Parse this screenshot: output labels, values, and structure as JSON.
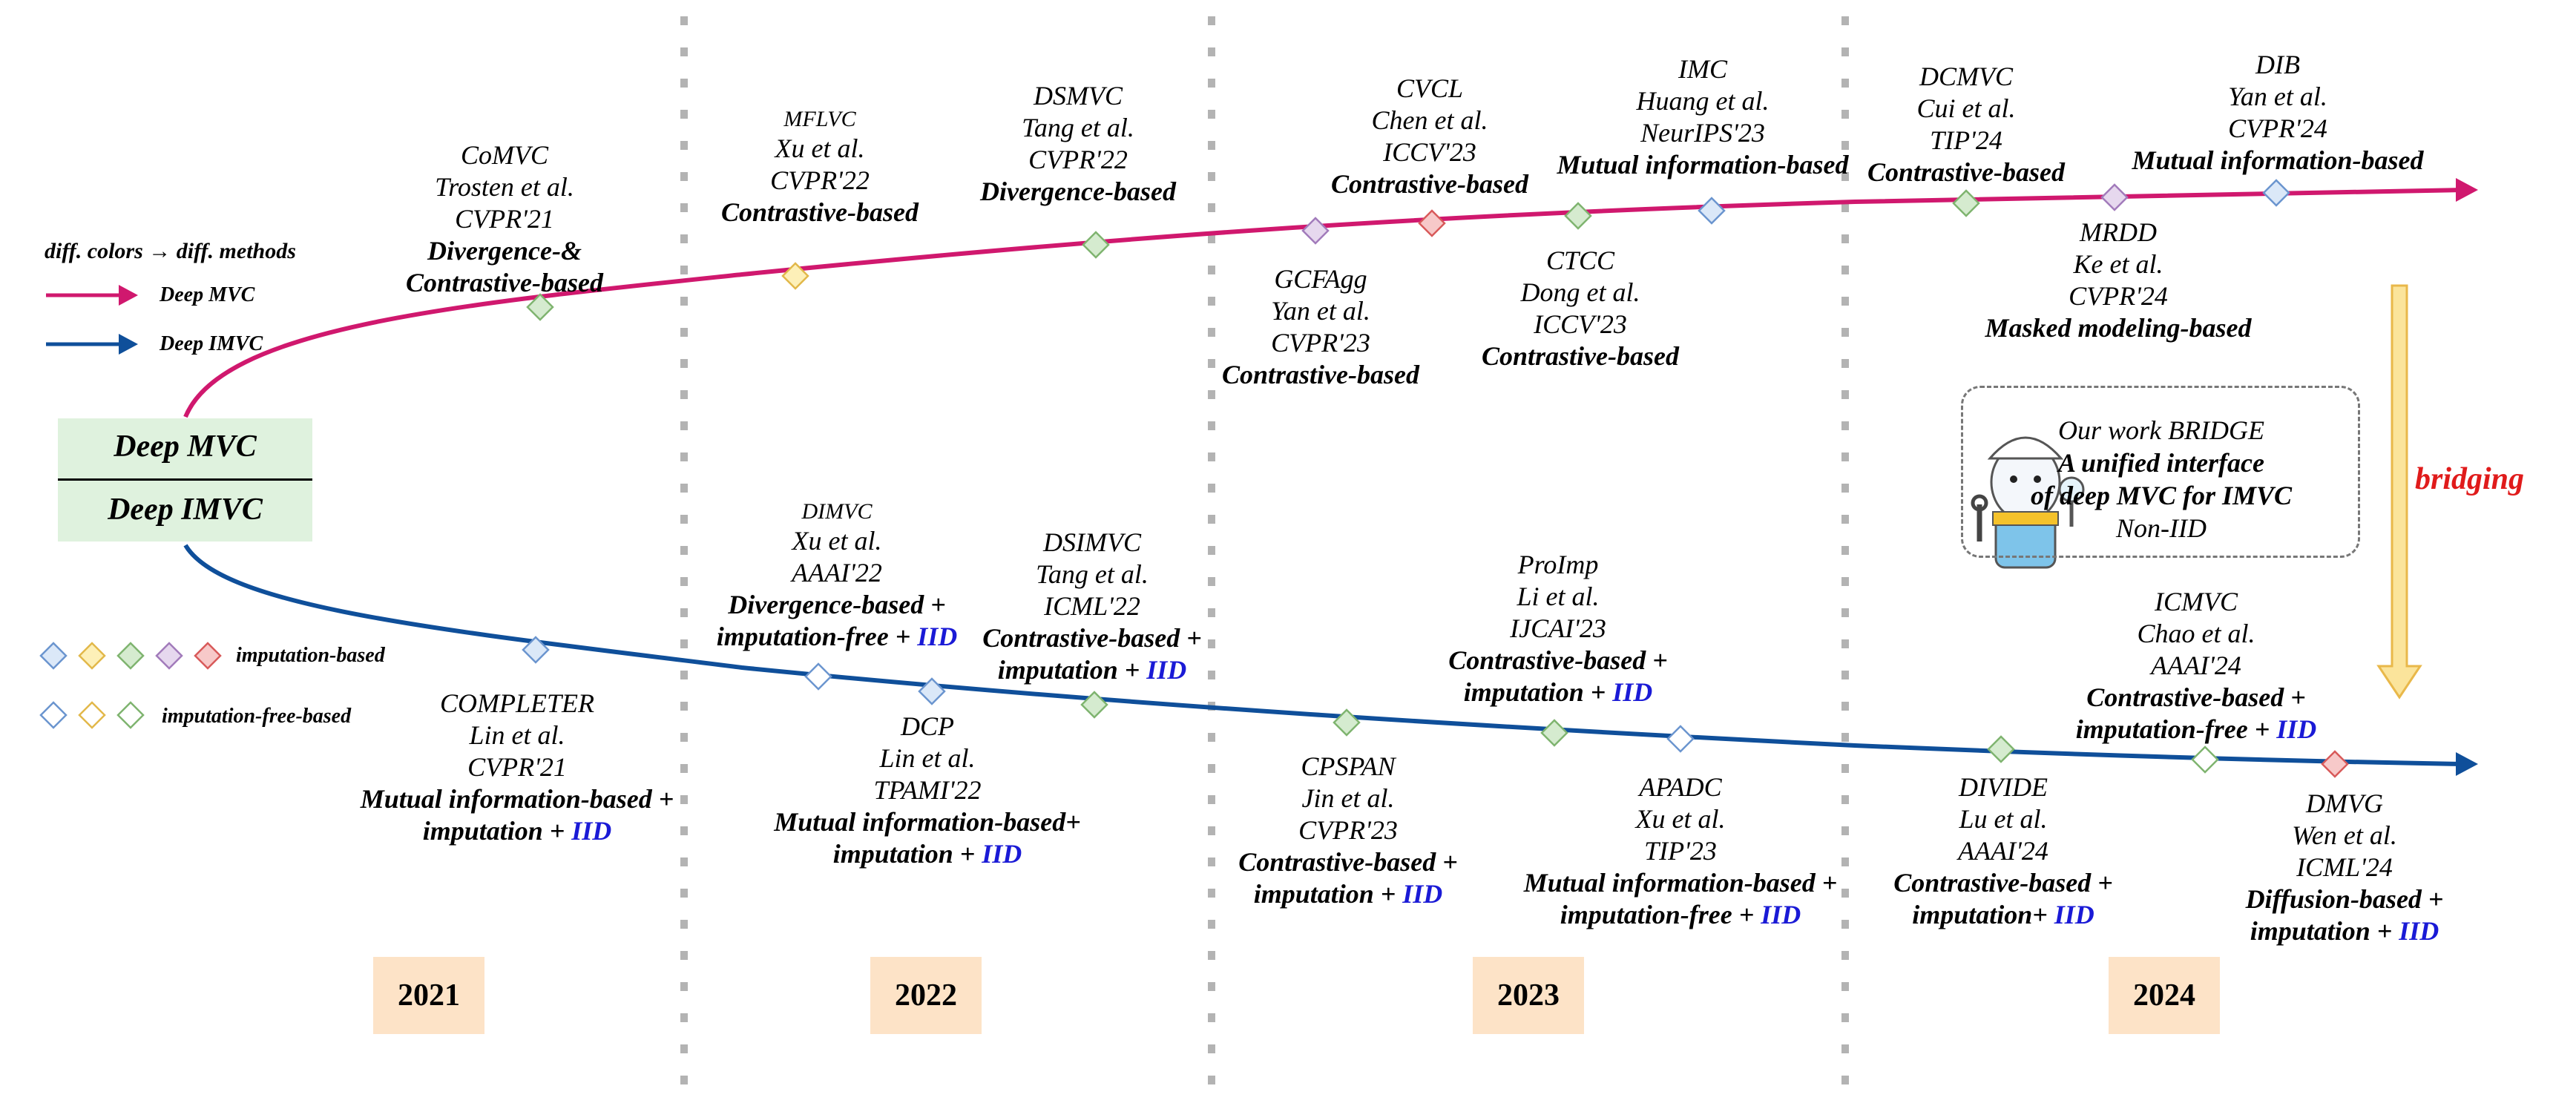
{
  "legend": {
    "color_note": "diff. colors → diff. methods",
    "mvc_label": "Deep MVC",
    "imvc_label": "Deep IMVC",
    "imputation_based": "imputation-based",
    "imputation_free": "imputation-free-based"
  },
  "root": {
    "top": "Deep MVC",
    "bottom": "Deep IMVC"
  },
  "years": [
    "2021",
    "2022",
    "2023",
    "2024"
  ],
  "colors": {
    "mvc_line": "#d0186e",
    "imvc_line": "#0f4f9a",
    "blue": "#dbe8f8",
    "blue_edge": "#6b95cf",
    "yellow": "#fdf0b8",
    "yellow_edge": "#e2b84a",
    "green": "#d5ebcf",
    "green_edge": "#7fb46f",
    "purple": "#e6d8ee",
    "purple_edge": "#a27bbb",
    "red": "#f7c9c9",
    "red_edge": "#d85a5a",
    "year_bg": "#fde3c7",
    "bridge_arrow": "#fbe49b"
  },
  "mvc_methods": [
    {
      "name": "CoMVC",
      "authors": "Trosten et al.",
      "venue": "CVPR'21",
      "type": "Divergence-& Contrastive-based",
      "marker": "green"
    },
    {
      "name": "MFLVC",
      "authors": "Xu et al.",
      "venue": "CVPR'22",
      "type": "Contrastive-based",
      "marker": "yellow"
    },
    {
      "name": "DSMVC",
      "authors": "Tang et al.",
      "venue": "CVPR'22",
      "type": "Divergence-based",
      "marker": "green"
    },
    {
      "name": "GCFAgg",
      "authors": "Yan et al.",
      "venue": "CVPR'23",
      "type": "Contrastive-based",
      "marker": "purple"
    },
    {
      "name": "CVCL",
      "authors": "Chen et al.",
      "venue": "ICCV'23",
      "type": "Contrastive-based",
      "marker": "red"
    },
    {
      "name": "CTCC",
      "authors": "Dong et al.",
      "venue": "ICCV'23",
      "type": "Contrastive-based",
      "marker": "green"
    },
    {
      "name": "IMC",
      "authors": "Huang et al.",
      "venue": "NeurIPS'23",
      "type": "Mutual information-based",
      "marker": "blue"
    },
    {
      "name": "DCMVC",
      "authors": "Cui et al.",
      "venue": "TIP'24",
      "type": "Contrastive-based",
      "marker": "green"
    },
    {
      "name": "MRDD",
      "authors": "Ke et al.",
      "venue": "CVPR'24",
      "type": "Masked modeling-based",
      "marker": "purple"
    },
    {
      "name": "DIB",
      "authors": "Yan et al.",
      "venue": "CVPR'24",
      "type": "Mutual information-based",
      "marker": "blue"
    }
  ],
  "imvc_methods": [
    {
      "name": "COMPLETER",
      "authors": "Lin et al.",
      "venue": "CVPR'21",
      "type": "Mutual information-based +",
      "extra": "imputation + ",
      "iid": "IID",
      "marker": "blue",
      "filled": true
    },
    {
      "name": "DIMVC",
      "authors": "Xu et al.",
      "venue": "AAAI'22",
      "type": "Divergence-based +",
      "extra": "imputation-free + ",
      "iid": "IID",
      "marker": "blue",
      "filled": false
    },
    {
      "name": "DCP",
      "authors": "Lin et al.",
      "venue": "TPAMI'22",
      "type": "Mutual information-based+",
      "extra": "imputation + ",
      "iid": "IID",
      "marker": "blue",
      "filled": true
    },
    {
      "name": "DSIMVC",
      "authors": "Tang et al.",
      "venue": "ICML'22",
      "type": "Contrastive-based +",
      "extra": "imputation + ",
      "iid": "IID",
      "marker": "green",
      "filled": true
    },
    {
      "name": "CPSPAN",
      "authors": "Jin et al.",
      "venue": "CVPR'23",
      "type": "Contrastive-based +",
      "extra": "imputation + ",
      "iid": "IID",
      "marker": "green",
      "filled": true
    },
    {
      "name": "ProImp",
      "authors": "Li et al.",
      "venue": "IJCAI'23",
      "type": "Contrastive-based +",
      "extra": "imputation + ",
      "iid": "IID",
      "marker": "green",
      "filled": true
    },
    {
      "name": "APADC",
      "authors": "Xu et al.",
      "venue": "TIP'23",
      "type": "Mutual information-based +",
      "extra": "imputation-free + ",
      "iid": "IID",
      "marker": "blue",
      "filled": false
    },
    {
      "name": "DIVIDE",
      "authors": "Lu et al.",
      "venue": "AAAI'24",
      "type": "Contrastive-based +",
      "extra": "imputation+ ",
      "iid": "IID",
      "marker": "green",
      "filled": true
    },
    {
      "name": "ICMVC",
      "authors": "Chao et al.",
      "venue": "AAAI'24",
      "type": "Contrastive-based +",
      "extra": "imputation-free + ",
      "iid": "IID",
      "marker": "green",
      "filled": false
    },
    {
      "name": "DMVG",
      "authors": "Wen et al.",
      "venue": "ICML'24",
      "type": "Diffusion-based +",
      "extra": "imputation + ",
      "iid": "IID",
      "marker": "red",
      "filled": true
    }
  ],
  "bridge": {
    "prefix": "Our work ",
    "name": "BRIDGE",
    "line2": "A unified interface",
    "line3": "of deep MVC for IMVC",
    "line4": "Non-IID",
    "arrow_label": "bridging"
  }
}
